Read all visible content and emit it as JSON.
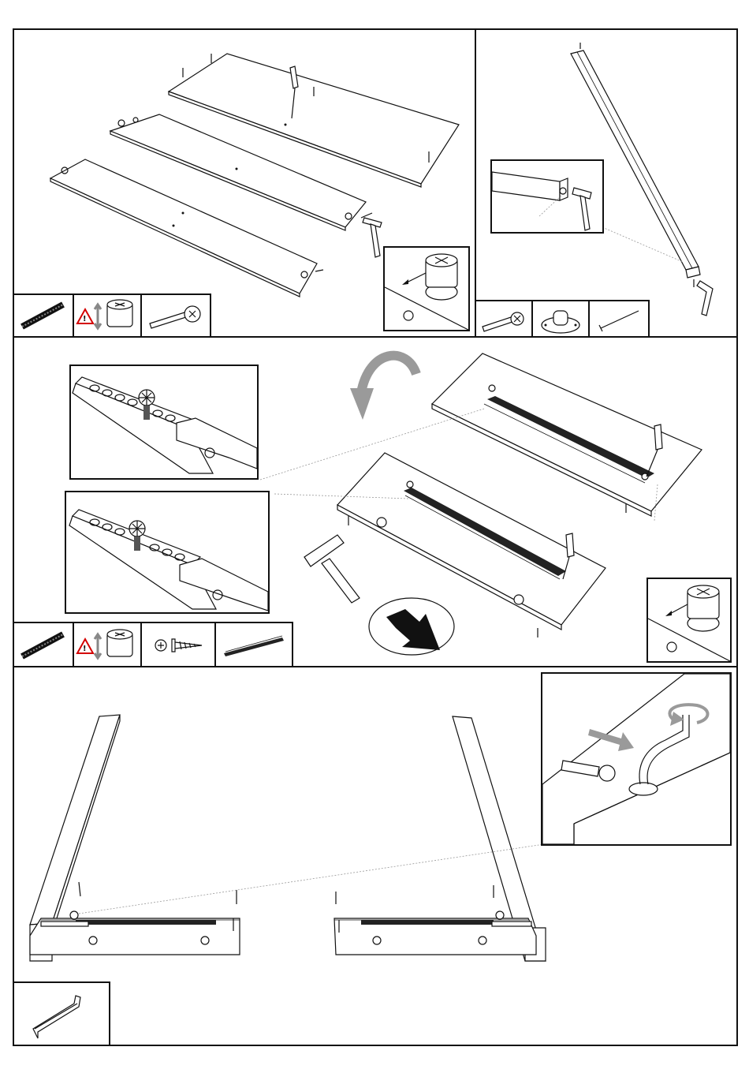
{
  "page": {
    "background": "#ffffff",
    "line_color": "#111111",
    "arrow_color": "#9a9a9a",
    "warning_color": "#d40000"
  },
  "steps": [
    {
      "id": "step-1",
      "depicts": [
        "three-boards",
        "dowels",
        "screwdriver",
        "hammer"
      ],
      "inset": "cam-lock-insert",
      "hardware_icons": [
        "threaded-rod-icon",
        "cam-lock-warning-icon",
        "cam-bolt-icon"
      ]
    },
    {
      "id": "step-2",
      "depicts": [
        "long-post",
        "hammer"
      ],
      "inset": "post-end-hammer",
      "hardware_icons": [
        "cam-bolt-icon",
        "caster-icon",
        "nail-icon"
      ]
    },
    {
      "id": "step-3",
      "depicts": [
        "drawer-runner-boards",
        "screwdriver",
        "hammer",
        "rotate-arrow",
        "direction-arrow"
      ],
      "insets": [
        "runner-screw-1",
        "runner-screw-2",
        "cam-lock-insert"
      ],
      "hardware_icons": [
        "threaded-rod-icon",
        "cam-lock-warning-icon",
        "screw-icon",
        "drawer-runner-icon"
      ]
    },
    {
      "id": "step-4",
      "depicts": [
        "side-frames"
      ],
      "inset": "hex-key-turn",
      "hardware_icons": [
        "hex-key-icon"
      ]
    }
  ]
}
